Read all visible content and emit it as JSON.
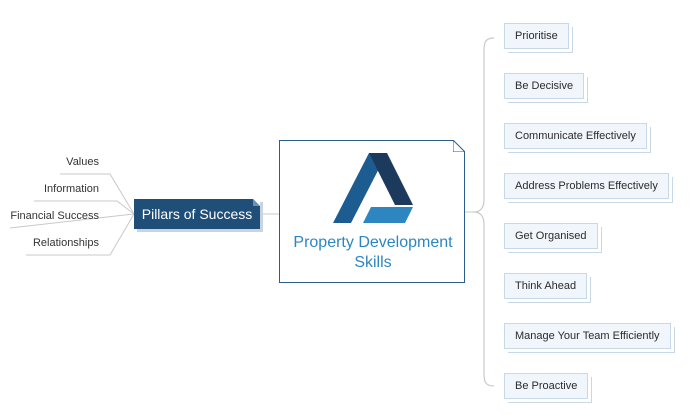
{
  "diagram": {
    "center": {
      "title": "Property Development Skills"
    },
    "pillars": {
      "title": "Pillars of Success",
      "items": [
        "Values",
        "Information",
        "Financial Success",
        "Relationships"
      ]
    },
    "skills": [
      "Prioritise",
      "Be Decisive",
      "Communicate Effectively",
      "Address Problems Effectively",
      "Get Organised",
      "Think Ahead",
      "Manage Your Team Efficiently",
      "Be Proactive"
    ],
    "colors": {
      "node_dark": "#1f4e79",
      "accent_blue": "#2e86c1",
      "logo_dark": "#1b3a5c",
      "logo_mid": "#1d5c91",
      "skill_fill": "#f0f6fb",
      "connector": "#c9c9c9"
    }
  }
}
